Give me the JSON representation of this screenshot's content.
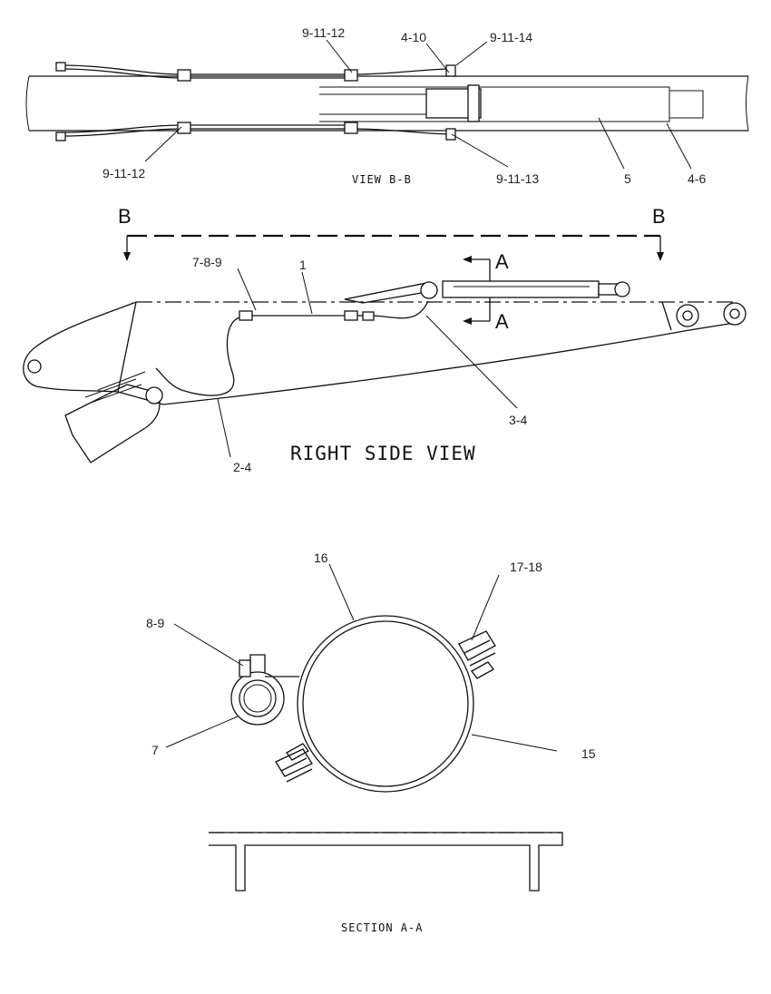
{
  "views": {
    "view_b": {
      "title": "VIEW B-B",
      "callouts": {
        "top_left": "9-11-12",
        "top_mid": "4-10",
        "top_right": "9-11-14",
        "bottom_left": "9-11-12",
        "bottom_mid": "9-11-13",
        "bottom_5": "5",
        "bottom_46": "4-6"
      }
    },
    "side": {
      "title": "RIGHT SIDE VIEW",
      "section_b_left": "B",
      "section_b_right": "B",
      "section_a_top": "A",
      "section_a_bottom": "A",
      "callouts": {
        "c789": "7-8-9",
        "c1": "1",
        "c34": "3-4",
        "c24": "2-4"
      }
    },
    "section_a": {
      "title": "SECTION A-A",
      "callouts": {
        "c16": "16",
        "c1718": "17-18",
        "c89": "8-9",
        "c7": "7",
        "c15": "15"
      }
    }
  }
}
